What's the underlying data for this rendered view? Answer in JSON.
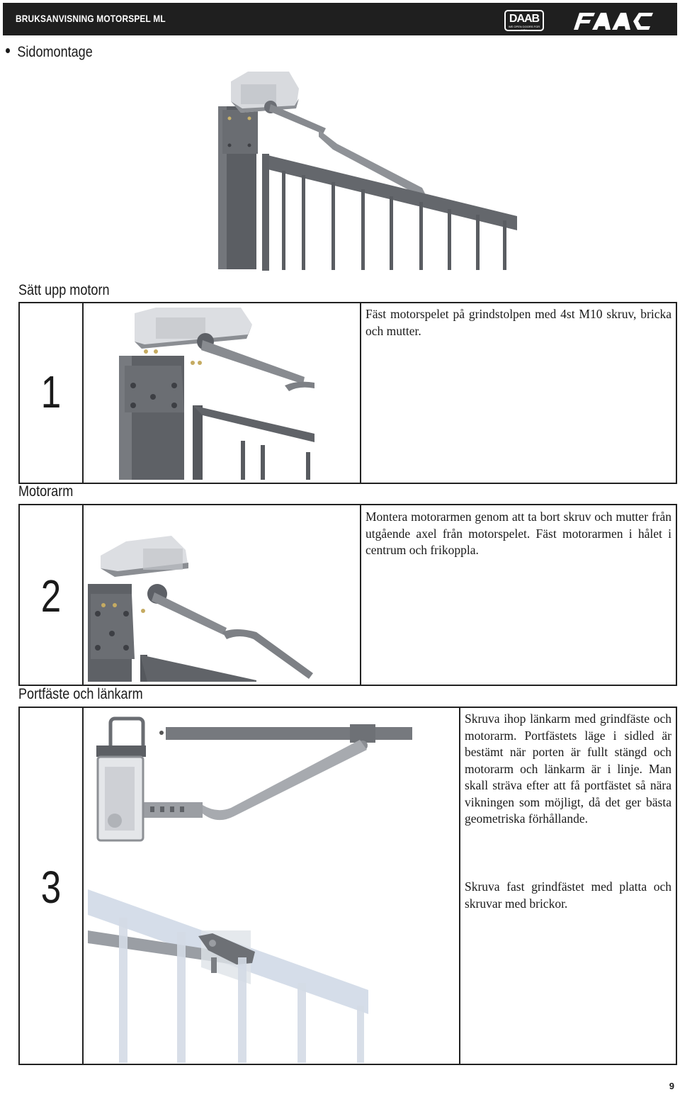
{
  "header": {
    "title": "BRUKSANVISNING MOTORSPEL ML",
    "logo_daab": "DAAB",
    "logo_daab_tagline": "WE OPEN DOORS FOR YOU",
    "logo_faac": "FAAC"
  },
  "intro": {
    "bullet": "Sidomontage"
  },
  "sections": [
    {
      "heading": "Sätt upp motorn",
      "step": "1",
      "text": "Fäst motorspelet på grindstolpen med 4st M10 skruv, bricka och mutter."
    },
    {
      "heading": "Motorarm",
      "step": "2",
      "text": "Montera motorarmen genom att ta bort skruv och mutter från utgående axel från motorspelet. Fäst motorarmen i hålet i centrum och frikoppla."
    },
    {
      "heading": "Portfäste och länkarm",
      "step": "3",
      "text_a": "Skruva ihop länkarm med grindfäste och motorarm. Portfästets läge i sidled är bestämt när porten är fullt stängd och motorarm och länkarm är i linje. Man skall sträva efter att få portfästet så nära vikningen som möjligt, då det ger  bästa geometriska förhållande.",
      "text_b": "Skruva fast grindfästet med platta och skruvar med brickor."
    }
  ],
  "page_number": "9"
}
